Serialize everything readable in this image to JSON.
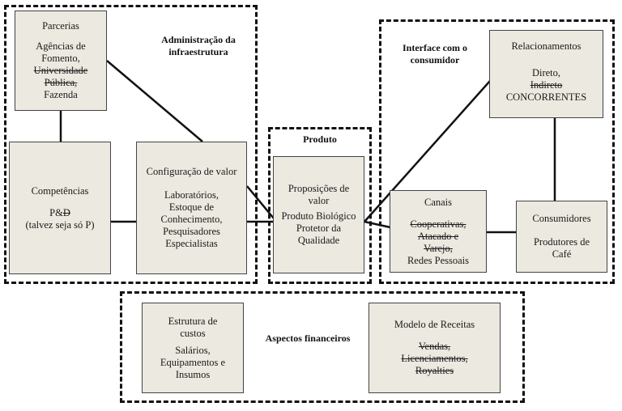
{
  "groups": {
    "infra": {
      "title_lines": [
        "Administração da",
        "infraestrutura"
      ]
    },
    "produto": {
      "title_lines": [
        "Produto"
      ]
    },
    "interface": {
      "title_lines": [
        "Interface com o",
        "consumidor"
      ]
    },
    "financeiro": {
      "title_lines": [
        "Aspectos financeiros"
      ]
    }
  },
  "boxes": {
    "parcerias": {
      "title": "Parcerias",
      "lines": [
        {
          "text": "Agências de",
          "struck": false
        },
        {
          "text": "Fomento,",
          "struck": false
        },
        {
          "text": "Universidade",
          "struck": true
        },
        {
          "text": "Pública,",
          "struck": true
        },
        {
          "text": "Fazenda",
          "struck": false
        }
      ]
    },
    "competencias": {
      "title": "Competências",
      "lines": [
        {
          "text": "P&D",
          "struck_suffix": "D",
          "prefix": "P&"
        },
        {
          "text": "(talvez seja só P)",
          "struck": false
        }
      ]
    },
    "configuracao": {
      "title": "Configuração de valor",
      "lines": [
        {
          "text": "Laboratórios,",
          "struck": false
        },
        {
          "text": "Estoque de",
          "struck": false
        },
        {
          "text": "Conhecimento,",
          "struck": false
        },
        {
          "text": "Pesquisadores",
          "struck": false
        },
        {
          "text": "Especialistas",
          "struck": false
        }
      ]
    },
    "proposicoes": {
      "title_lines": [
        "Proposições de",
        "valor"
      ],
      "lines": [
        {
          "text": "Produto Biológico",
          "struck": false
        },
        {
          "text": "Protetor da",
          "struck": false
        },
        {
          "text": "Qualidade",
          "struck": false
        }
      ]
    },
    "relacionamentos": {
      "title": "Relacionamentos",
      "lines": [
        {
          "text": "Direto,",
          "struck": false
        },
        {
          "text": "Indireto",
          "struck": true
        },
        {
          "text": "CONCORRENTES",
          "struck": false
        }
      ]
    },
    "canais": {
      "title": "Canais",
      "lines": [
        {
          "text": "Cooperativas,",
          "struck": true
        },
        {
          "text": "Atacado e",
          "struck": true
        },
        {
          "text": "Varejo,",
          "struck": true
        },
        {
          "text": "Redes Pessoais",
          "struck": false
        }
      ]
    },
    "consumidores": {
      "title": "Consumidores",
      "lines": [
        {
          "text": "Produtores de",
          "struck": false
        },
        {
          "text": "Café",
          "struck": false
        }
      ]
    },
    "custos": {
      "title_lines": [
        "Estrutura de",
        "custos"
      ],
      "lines": [
        {
          "text": "Salários,",
          "struck": false
        },
        {
          "text": "Equipamentos e",
          "struck": false
        },
        {
          "text": "Insumos",
          "struck": false
        }
      ]
    },
    "receitas": {
      "title": "Modelo de Receitas",
      "lines": [
        {
          "text": "Vendas,",
          "struck": true
        },
        {
          "text": "Licenciamentos,",
          "struck": true
        },
        {
          "text": "Royalties",
          "struck": true
        }
      ]
    }
  },
  "connections": [
    [
      "parcerias",
      "competencias"
    ],
    [
      "parcerias",
      "configuracao"
    ],
    [
      "competencias",
      "configuracao"
    ],
    [
      "configuracao",
      "proposicoes"
    ],
    [
      "proposicoes",
      "canais"
    ],
    [
      "proposicoes",
      "relacionamentos"
    ],
    [
      "canais",
      "consumidores"
    ],
    [
      "relacionamentos",
      "consumidores"
    ]
  ]
}
